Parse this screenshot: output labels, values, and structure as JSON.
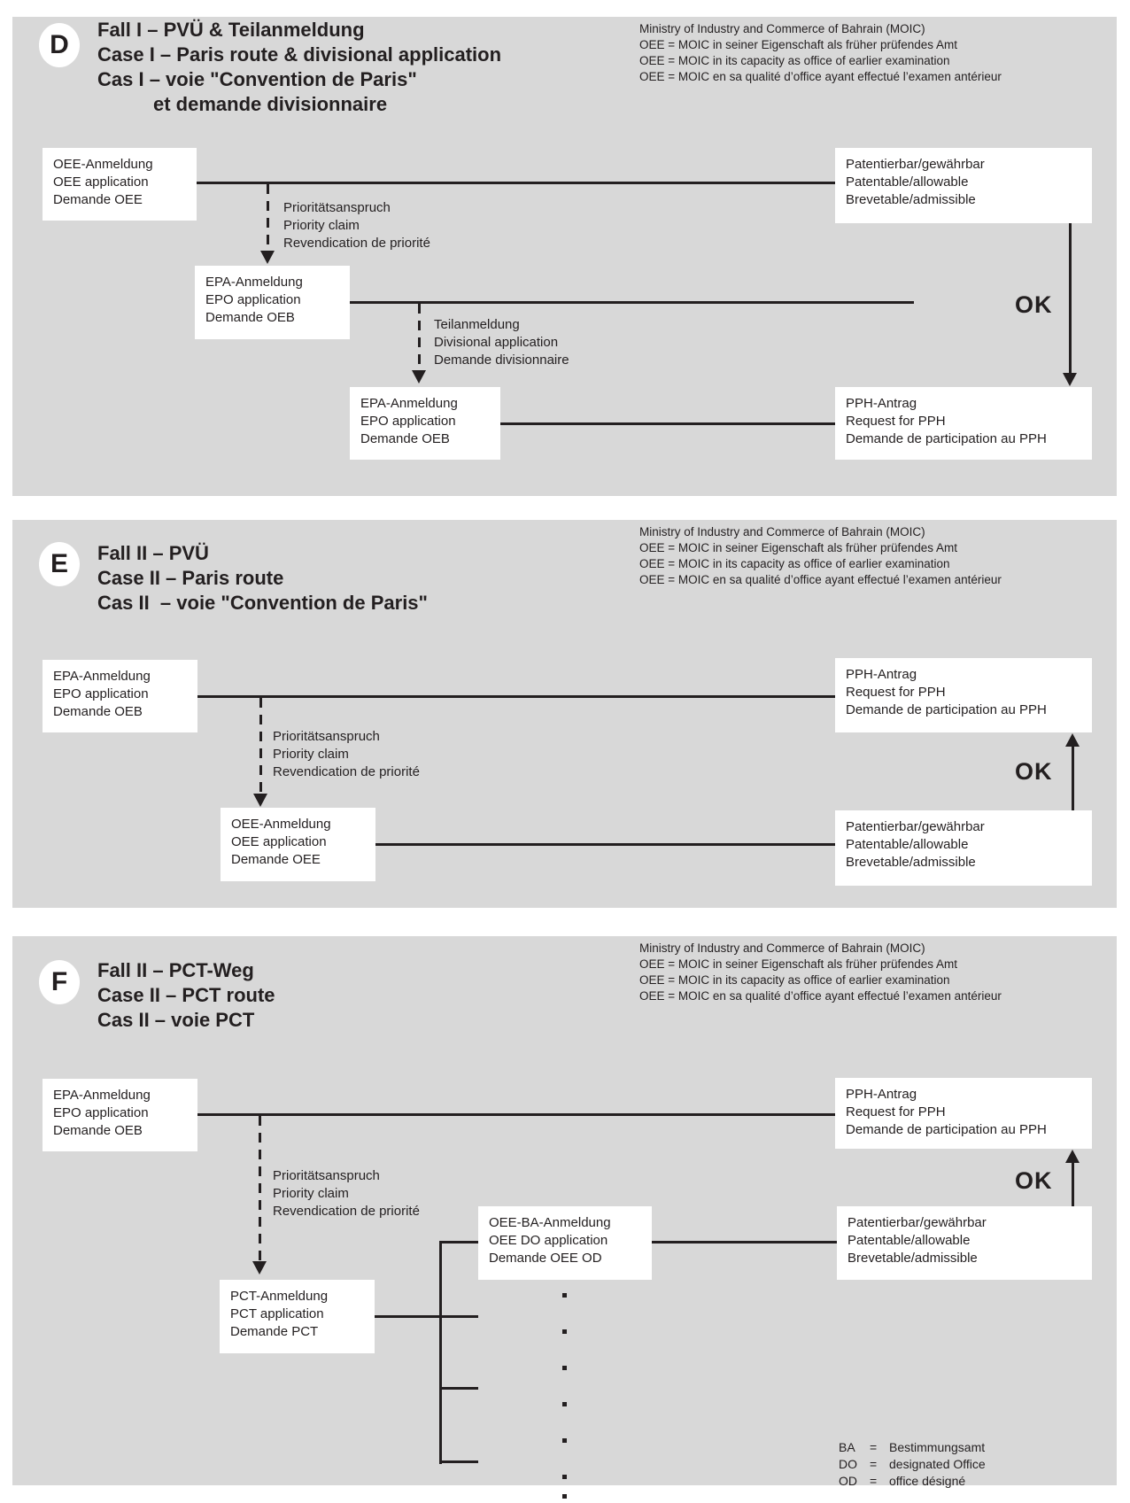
{
  "colors": {
    "panel_bg": "#d8d8d8",
    "box_bg": "#ffffff",
    "ink": "#231f20"
  },
  "panels": [
    {
      "badge": "D",
      "title": [
        "Fall I – PVÜ & Teilanmeldung",
        "Case I – Paris route & divisional application",
        "Cas I – voie \"Convention de Paris\"",
        "et demande divisionnaire"
      ],
      "info": [
        "Ministry of Industry and Commerce of Bahrain (MOIC)",
        "OEE = MOIC in seiner Eigenschaft als früher prüfendes Amt",
        "OEE = MOIC in its capacity as office of earlier examination",
        "OEE = MOIC en sa qualité d’office ayant effectué l’examen antérieur"
      ],
      "boxes": {
        "oee": [
          "OEE-Anmeldung",
          "OEE application",
          "Demande OEE"
        ],
        "pat": [
          "Patentierbar/gewährbar",
          "Patentable/allowable",
          "Brevetable/admissible"
        ],
        "epa1": [
          "EPA-Anmeldung",
          "EPO application",
          "Demande OEB"
        ],
        "epa2": [
          "EPA-Anmeldung",
          "EPO application",
          "Demande OEB"
        ],
        "pph": [
          "PPH-Antrag",
          "Request for PPH",
          "Demande de participation au PPH"
        ]
      },
      "labels": {
        "priority": [
          "Prioritätsanspruch",
          "Priority claim",
          "Revendication de priorité"
        ],
        "divisional": [
          "Teilanmeldung",
          "Divisional application",
          "Demande divisionnaire"
        ],
        "ok": "OK"
      }
    },
    {
      "badge": "E",
      "title": [
        "Fall II – PVÜ",
        "Case II – Paris route",
        "Cas II  – voie \"Convention de Paris\""
      ],
      "info": [
        "Ministry of Industry and Commerce of Bahrain (MOIC)",
        "OEE = MOIC in seiner Eigenschaft als früher prüfendes Amt",
        "OEE = MOIC in its capacity as office of earlier examination",
        "OEE = MOIC en sa qualité d’office ayant effectué l’examen antérieur"
      ],
      "boxes": {
        "epa": [
          "EPA-Anmeldung",
          "EPO application",
          "Demande OEB"
        ],
        "pph": [
          "PPH-Antrag",
          "Request for PPH",
          "Demande de participation au PPH"
        ],
        "oee": [
          "OEE-Anmeldung",
          "OEE application",
          "Demande OEE"
        ],
        "pat": [
          "Patentierbar/gewährbar",
          "Patentable/allowable",
          "Brevetable/admissible"
        ]
      },
      "labels": {
        "priority": [
          "Prioritätsanspruch",
          "Priority claim",
          "Revendication de priorité"
        ],
        "ok": "OK"
      }
    },
    {
      "badge": "F",
      "title": [
        "Fall II – PCT-Weg",
        "Case II – PCT route",
        "Cas II – voie PCT"
      ],
      "info": [
        "Ministry of Industry and Commerce of Bahrain (MOIC)",
        "OEE = MOIC in seiner Eigenschaft als früher prüfendes Amt",
        "OEE = MOIC in its capacity as office of earlier examination",
        "OEE = MOIC en sa qualité d’office ayant effectué l’examen antérieur"
      ],
      "boxes": {
        "epa": [
          "EPA-Anmeldung",
          "EPO application",
          "Demande OEB"
        ],
        "pph": [
          "PPH-Antrag",
          "Request for PPH",
          "Demande de participation au PPH"
        ],
        "oeeba": [
          "OEE-BA-Anmeldung",
          "OEE DO application",
          "Demande OEE OD"
        ],
        "pct": [
          "PCT-Anmeldung",
          "PCT application",
          "Demande PCT"
        ],
        "pat": [
          "Patentierbar/gewährbar",
          "Patentable/allowable",
          "Brevetable/admissible"
        ]
      },
      "labels": {
        "priority": [
          "Prioritätsanspruch",
          "Priority claim",
          "Revendication de priorité"
        ],
        "ok": "OK"
      },
      "legend": [
        {
          "abbr": "BA",
          "eq": "=",
          "text": "Bestimmungsamt"
        },
        {
          "abbr": "DO",
          "eq": "=",
          "text": "designated Office"
        },
        {
          "abbr": "OD",
          "eq": "=",
          "text": "office désigné"
        }
      ]
    }
  ]
}
